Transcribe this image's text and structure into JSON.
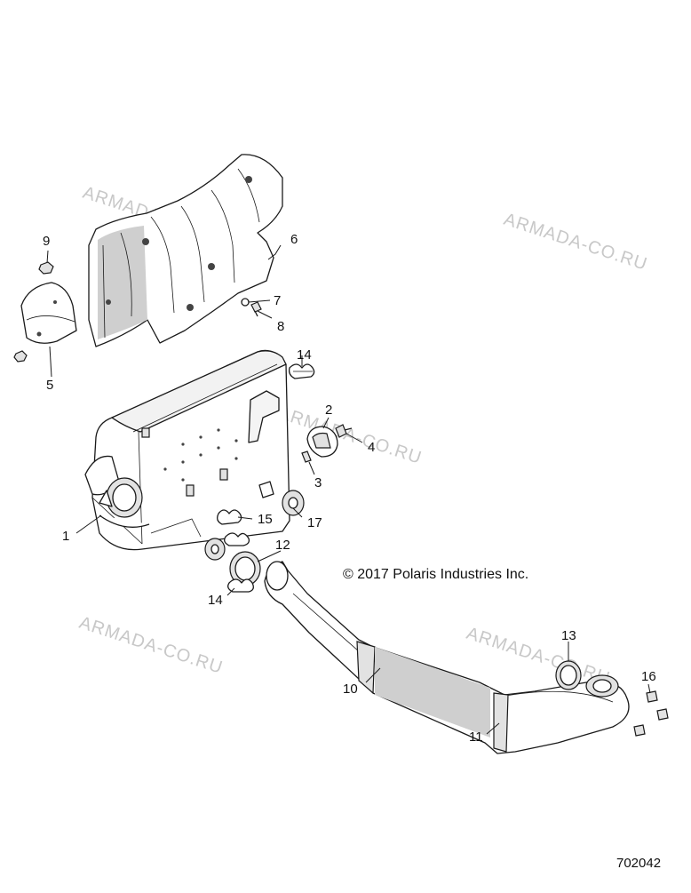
{
  "diagram": {
    "copyright": "© 2017 Polaris Industries Inc.",
    "diagram_id": "702042",
    "watermarks": [
      "ARMADA-CO.RU",
      "ARMADA-CO.RU",
      "ARMADA-CO.RU",
      "ARMADA-CO.RU",
      "ARMADA-CO.RU"
    ],
    "callouts": {
      "c1": "1",
      "c2": "2",
      "c3": "3",
      "c4": "4",
      "c5": "5",
      "c6": "6",
      "c7": "7",
      "c8": "8",
      "c9": "9",
      "c10": "10",
      "c11": "11",
      "c12": "12",
      "c13": "13",
      "c14a": "14",
      "c14b": "14",
      "c15": "15",
      "c16": "16",
      "c17": "17"
    }
  }
}
